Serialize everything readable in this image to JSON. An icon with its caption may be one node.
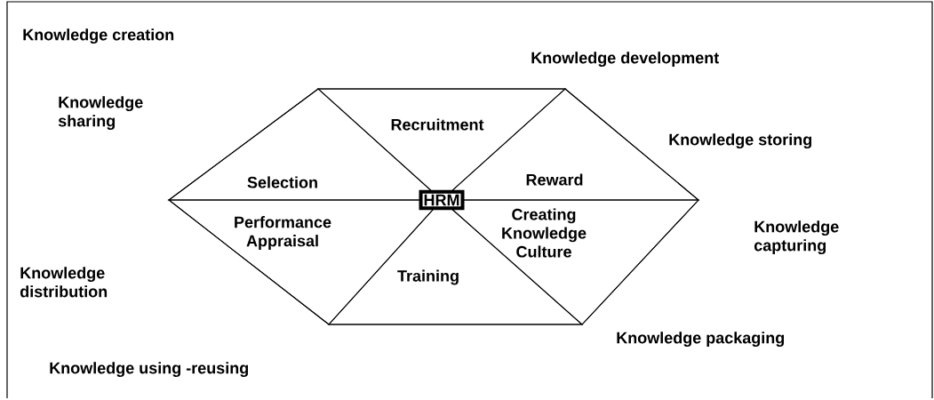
{
  "diagram": {
    "nodes": [
      {
        "text": [],
        "shape": "hexagon"
      },
      {
        "text": [
          "Recruitment"
        ],
        "in": 0
      },
      {
        "text": [
          "Reward"
        ],
        "in": 0
      },
      {
        "text": [
          "Creating Knowledge Culture"
        ],
        "in": 0
      },
      {
        "text": [
          "Training"
        ],
        "in": 0
      },
      {
        "text": [
          "Performance Appraisal"
        ],
        "in": 0
      },
      {
        "text": [
          "Selection"
        ],
        "in": 0
      },
      {
        "text": [
          "HRM"
        ],
        "in": 0
      }
    ],
    "edges": [],
    "labels": [
      "Knowledge creation",
      "Knowledge development",
      "Knowledge sharing",
      "Knowledge storing",
      "Knowledge capturing",
      "Knowledge distribution",
      "Knowledge packaging",
      "Knowledge using -reusing"
    ]
  }
}
